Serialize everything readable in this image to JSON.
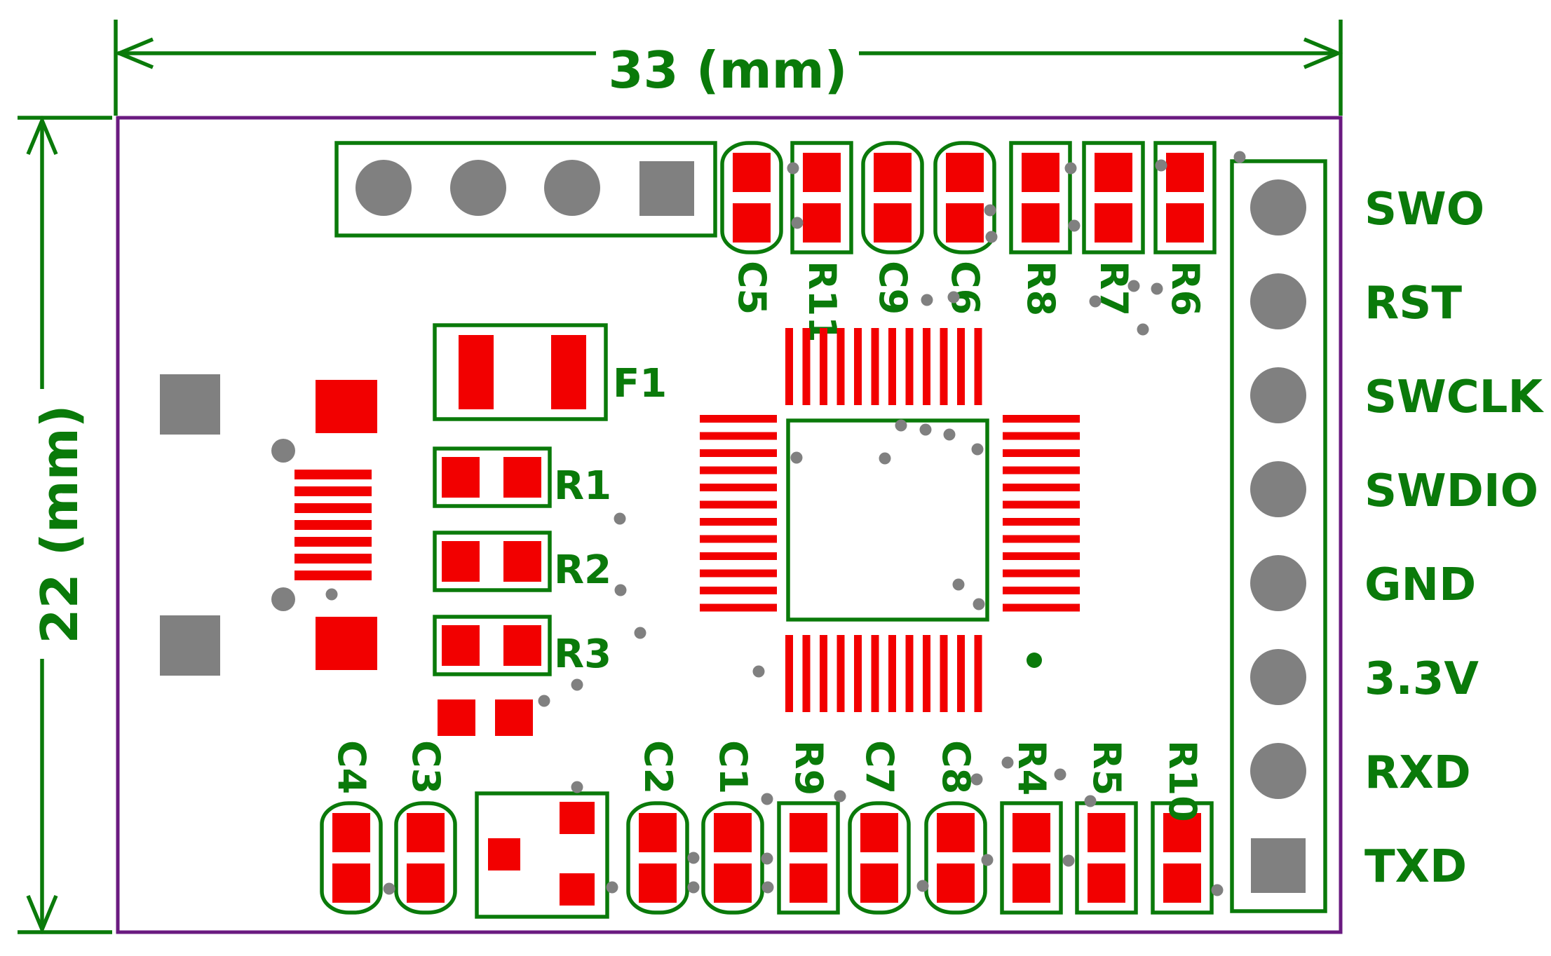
{
  "dimensions": {
    "width_label": "33 (mm)",
    "height_label": "22 (mm)"
  },
  "components": {
    "top_row": [
      "C5",
      "R11",
      "C9",
      "C6",
      "R8",
      "R7",
      "R6"
    ],
    "bottom_row": [
      "C4",
      "C3",
      "C2",
      "C1",
      "R9",
      "C7",
      "C8",
      "R4",
      "R5",
      "R10"
    ],
    "middle": [
      "F1",
      "R1",
      "R2",
      "R3"
    ]
  },
  "header_pins": [
    "SWO",
    "RST",
    "SWCLK",
    "SWDIO",
    "GND",
    "3.3V",
    "RXD",
    "TXD"
  ],
  "colors": {
    "silkscreen": "#0a7a0a",
    "pad": "#f20000",
    "drill": "#808080",
    "board_outline": "#6a1a80"
  }
}
